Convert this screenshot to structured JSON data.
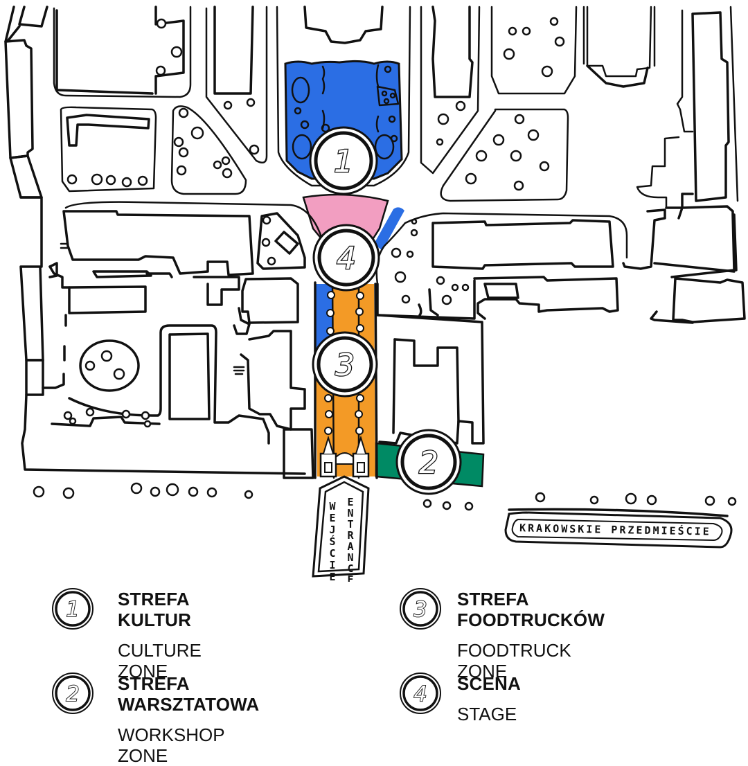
{
  "map": {
    "street_sign": "KRAKOWSKIE PRZEDMIEŚCIE",
    "entrance_sign": {
      "polish": "WEJŚCIE",
      "english": "ENTRANCE"
    },
    "zones": [
      {
        "id": 1,
        "label": "1",
        "color": "#2B6EE4"
      },
      {
        "id": 2,
        "label": "2",
        "color": "#008A64"
      },
      {
        "id": 3,
        "label": "3",
        "color": "#F39A26"
      },
      {
        "id": 4,
        "label": "4",
        "color": "#F29EC1"
      }
    ]
  },
  "legend": {
    "items": [
      {
        "number": "1",
        "title": "STREFA KULTUR",
        "subtitle": "CULTURE ZONE"
      },
      {
        "number": "2",
        "title": "STREFA WARSZTATOWA",
        "subtitle": "WORKSHOP ZONE"
      },
      {
        "number": "3",
        "title": "STREFA FOODTRUCKÓW",
        "subtitle": "FOODTRUCK ZONE"
      },
      {
        "number": "4",
        "title": "SCENA",
        "subtitle": "STAGE"
      }
    ]
  }
}
